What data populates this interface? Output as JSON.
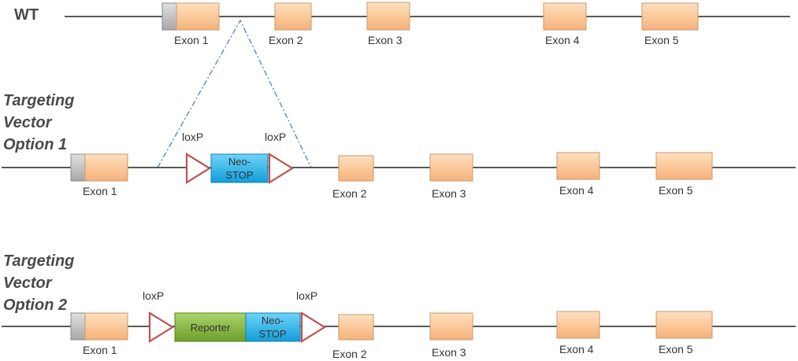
{
  "rows": {
    "wt": {
      "title": "WT",
      "exons": [
        "Exon 1",
        "Exon 2",
        "Exon 3",
        "Exon 4",
        "Exon 5"
      ]
    },
    "option1": {
      "title_lines": [
        "Targeting",
        "Vector",
        "Option 1"
      ],
      "exon1": "Exon 1",
      "loxp_left": "loxP",
      "loxp_right": "loxP",
      "neo_lines": [
        "Neo-",
        "STOP"
      ],
      "exons": [
        "Exon 2",
        "Exon 3",
        "Exon 4",
        "Exon 5"
      ]
    },
    "option2": {
      "title_lines": [
        "Targeting",
        "Vector",
        "Option 2"
      ],
      "exon1": "Exon 1",
      "loxp_left": "loxP",
      "loxp_right": "loxP",
      "reporter": "Reporter",
      "neo_lines": [
        "Neo-",
        "STOP"
      ],
      "exons": [
        "Exon 2",
        "Exon 3",
        "Exon 4",
        "Exon 5"
      ]
    }
  },
  "colors": {
    "exon_fill": "#fbc99a",
    "exon_stroke": "#c89a6c",
    "utr_fill": "#bdbdbd",
    "neo_fill": "#29b6f0",
    "reporter_fill": "#8cbf3f",
    "loxp_stroke": "#c0504d",
    "dash_line": "#4f7fbf"
  }
}
